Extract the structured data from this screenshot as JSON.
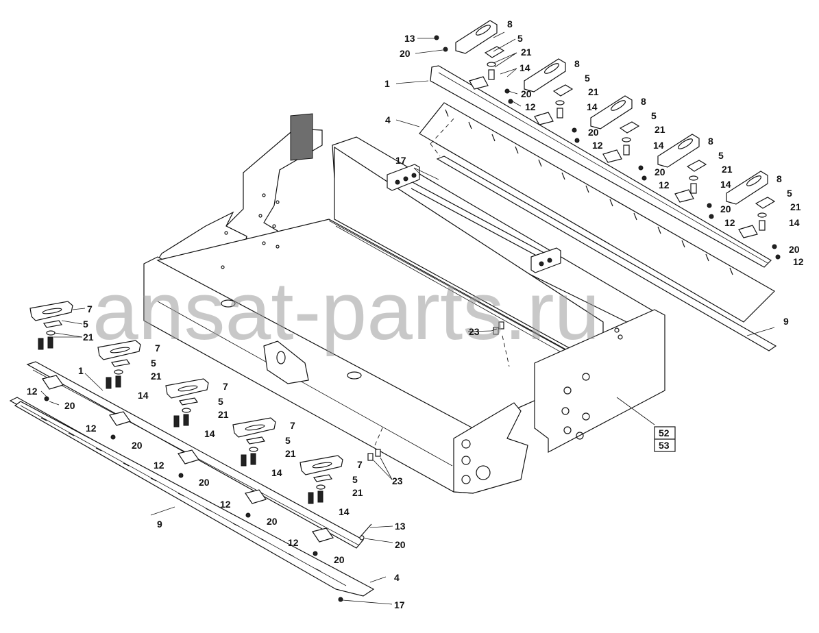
{
  "watermark": "ansat-parts.ru",
  "callouts": {
    "c1": "1",
    "c4": "4",
    "c5": "5",
    "c7": "7",
    "c8": "8",
    "c9": "9",
    "c12": "12",
    "c13": "13",
    "c14": "14",
    "c17": "17",
    "c20": "20",
    "c21": "21",
    "c23": "23",
    "c52": "52",
    "c53": "53"
  }
}
